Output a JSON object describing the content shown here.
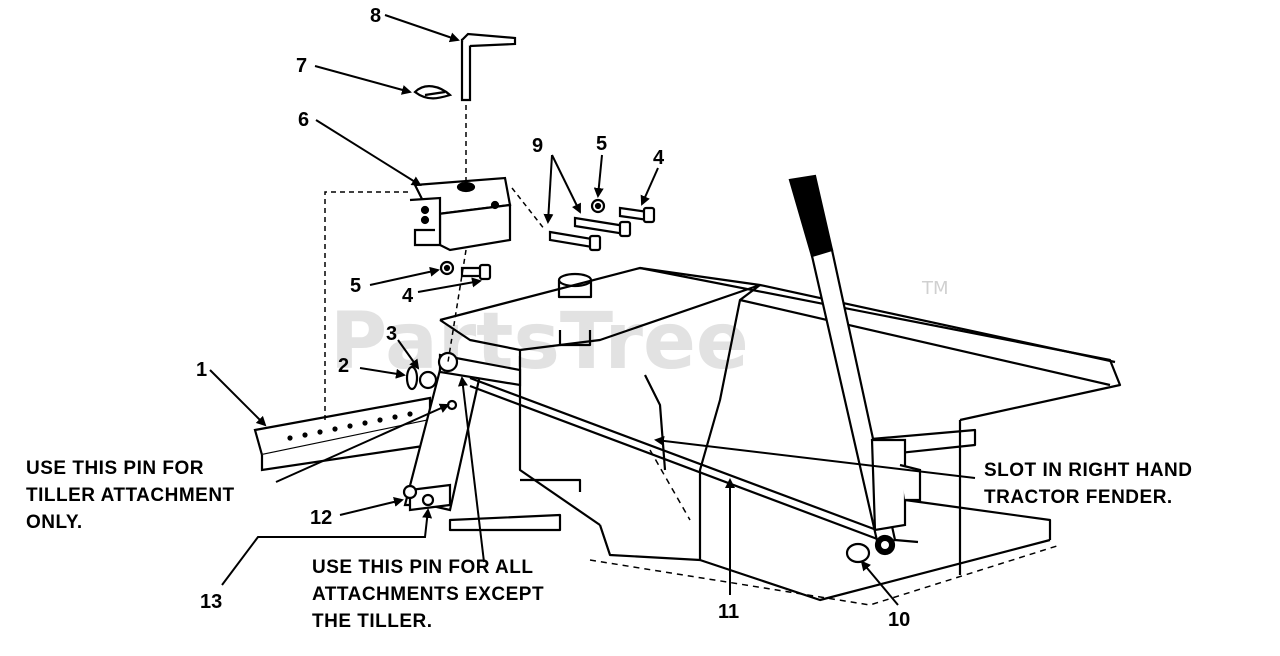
{
  "watermark": {
    "text": "PartsTree",
    "trademark": "TM"
  },
  "callouts": {
    "c1": "1",
    "c2": "2",
    "c3": "3",
    "c4a": "4",
    "c4b": "4",
    "c5a": "5",
    "c5b": "5",
    "c6": "6",
    "c7": "7",
    "c8": "8",
    "c9": "9",
    "c10": "10",
    "c11": "11",
    "c12": "12",
    "c13": "13"
  },
  "notes": {
    "tiller": [
      "USE THIS PIN FOR",
      "TILLER ATTACHMENT",
      "ONLY."
    ],
    "all": [
      "USE THIS PIN FOR ALL",
      "ATTACHMENTS EXCEPT",
      "THE TILLER."
    ],
    "slot": [
      "SLOT IN RIGHT HAND",
      "TRACTOR FENDER."
    ]
  }
}
